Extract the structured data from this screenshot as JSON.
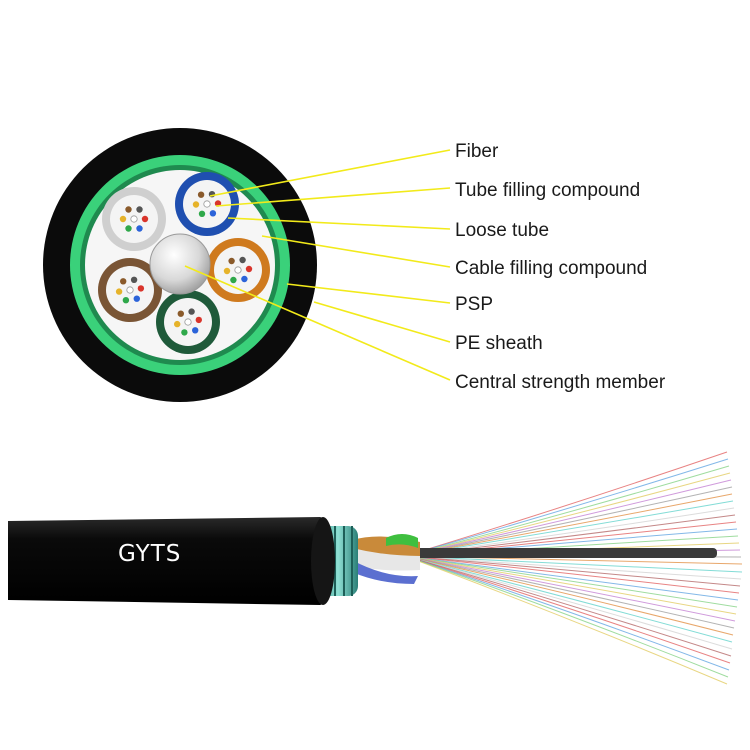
{
  "labels": {
    "fiber": "Fiber",
    "tube_filling": "Tube filling compound",
    "loose_tube": "Loose tube",
    "cable_filling": "Cable filling  compound",
    "psp": "PSP",
    "pe_sheath": "PE  sheath",
    "central_member": "Central strength member"
  },
  "cable_marking": "GYTS",
  "colors": {
    "sheath": "#0a0a0a",
    "psp": "#3ad17a",
    "leader_line": "#f2ea1a",
    "tube_white": "#cfcfcf",
    "tube_blue": "#1f4fb0",
    "tube_orange": "#cf7a1e",
    "tube_brown": "#7a5535",
    "tube_green": "#1f5a3a"
  },
  "icons": {
    "tube": "loose-tube-icon",
    "central": "central-member-icon"
  }
}
